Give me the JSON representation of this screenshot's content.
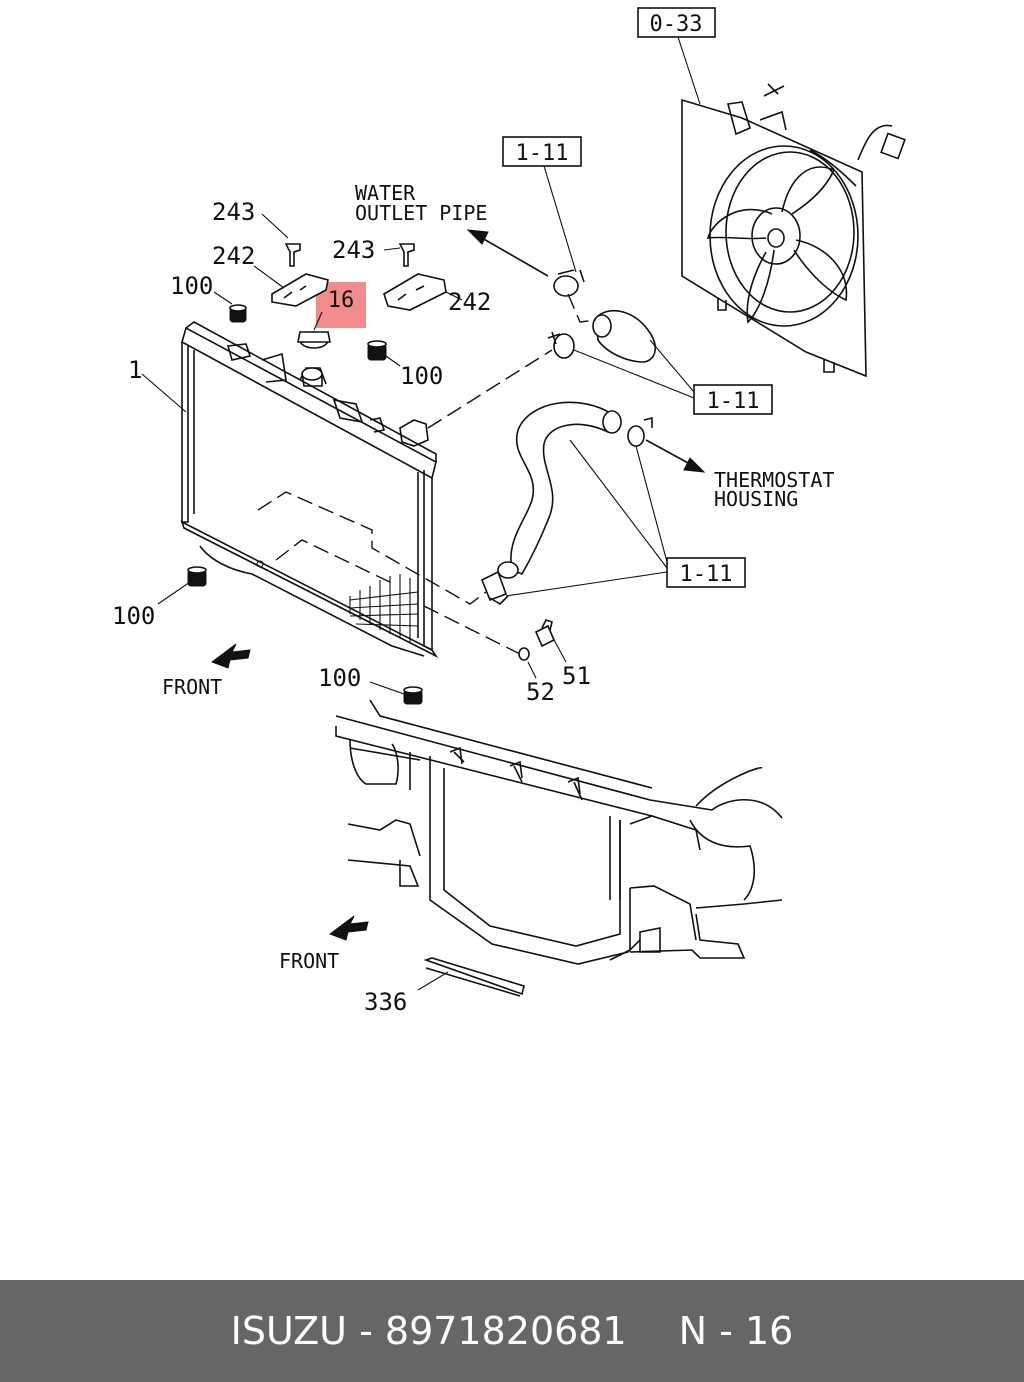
{
  "colors": {
    "highlight": "#f28c8c",
    "footer_bg": "#666666",
    "footer_text": "#ffffff",
    "line": "#111111"
  },
  "labels": {
    "ref_fan": "0-33",
    "ref_hose_top": "1-11",
    "ref_hose_mid": "1-11",
    "ref_hose_low": "1-11",
    "water_outlet_line1": "WATER",
    "water_outlet_line2": "OUTLET PIPE",
    "thermostat_line1": "THERMOSTAT",
    "thermostat_line2": "HOUSING",
    "front_upper": "FRONT",
    "front_lower": "FRONT",
    "p1": "1",
    "p16": "16",
    "p243_left": "243",
    "p243_right": "243",
    "p242_left": "242",
    "p242_right": "242",
    "p100_tl": "100",
    "p100_tr": "100",
    "p100_bl": "100",
    "p100_bm": "100",
    "p51": "51",
    "p52": "52",
    "p336": "336"
  },
  "footer": {
    "brand": "ISUZU",
    "sep1": "-",
    "part_number": "8971820681",
    "ref": "N - 16"
  }
}
